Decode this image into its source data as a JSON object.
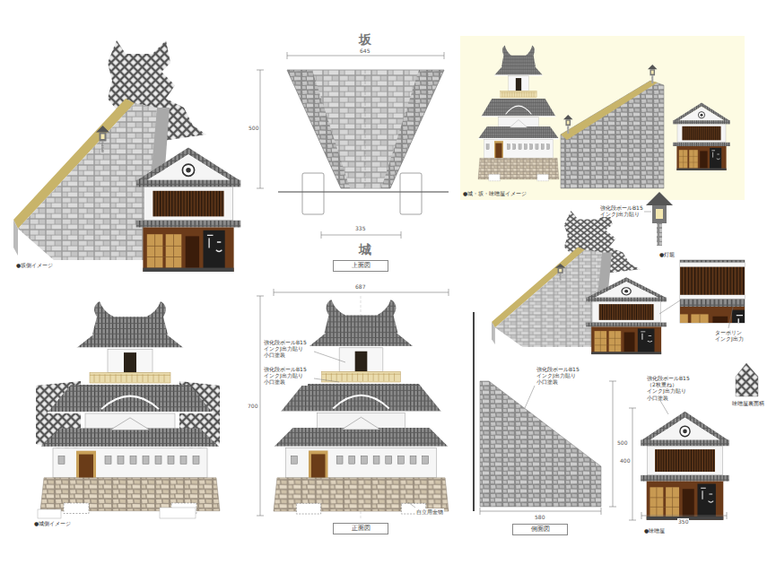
{
  "diagram": {
    "nodes": [
      {
        "text": [
          "上面図"
        ]
      },
      {
        "text": [
          "正面図"
        ]
      },
      {
        "text": [
          "側面図"
        ]
      }
    ],
    "labels": [
      "坂",
      "645",
      "500",
      "335",
      "城",
      "●坂側イメージ",
      "●城・坂・味噌屋イメージ",
      "強化段ボールB15 インクJ出力貼り",
      "●灯籠",
      "ターポリン インクJ出力",
      "687",
      "700",
      "強化段ボールB15 インクJ出力貼り 小口塗装",
      "強化段ボールB15 インクJ出力貼り 小口塗装",
      "自立用金物",
      "●城側イメージ",
      "強化段ボールB15 インクJ出力貼り 小口塗装",
      "500",
      "580",
      "強化段ボールB15（2枚重ね） インクJ出力貼り 小口塗装",
      "味噌屋裏面柄",
      "400",
      "350",
      "●味噌屋"
    ]
  }
}
